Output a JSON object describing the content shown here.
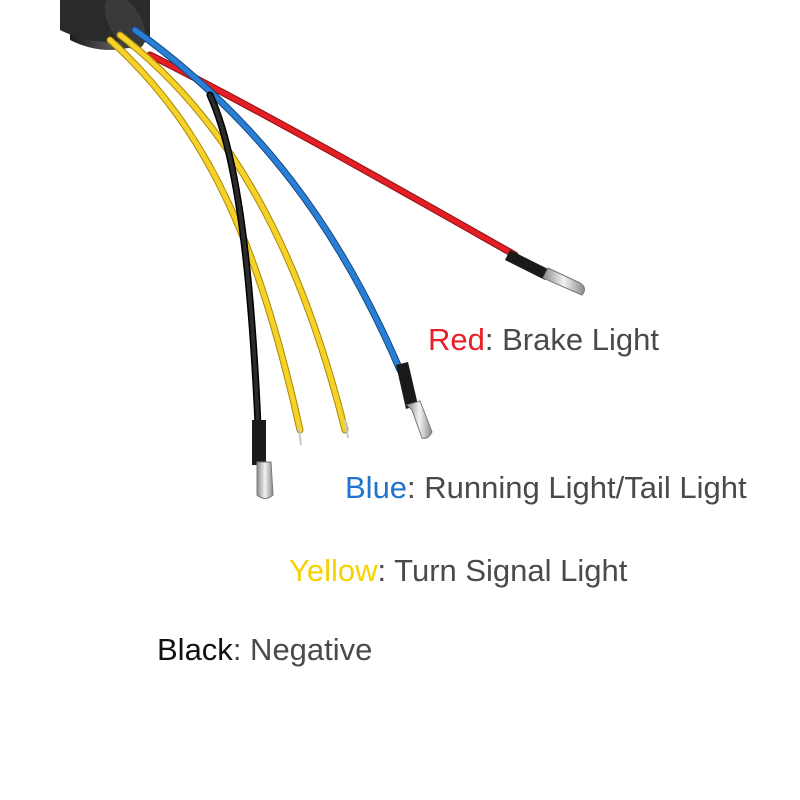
{
  "legend": [
    {
      "color_name": "Red",
      "separator": ":",
      "description": " Brake Light",
      "color": "#e8202a"
    },
    {
      "color_name": "Blue",
      "separator": ":",
      "description": " Running Light/Tail Light",
      "color": "#1f74d0"
    },
    {
      "color_name": "Yellow",
      "separator": ":",
      "description": " Turn Signal Light",
      "color": "#f5d200"
    },
    {
      "color_name": "Black",
      "separator": ":",
      "description": " Negative",
      "color": "#111111"
    }
  ],
  "wire_colors": {
    "red": "#e31e24",
    "blue": "#2a7fd4",
    "yellow": "#f5d12a",
    "black": "#1e1e1e",
    "jacket": "#2f2f2f"
  }
}
